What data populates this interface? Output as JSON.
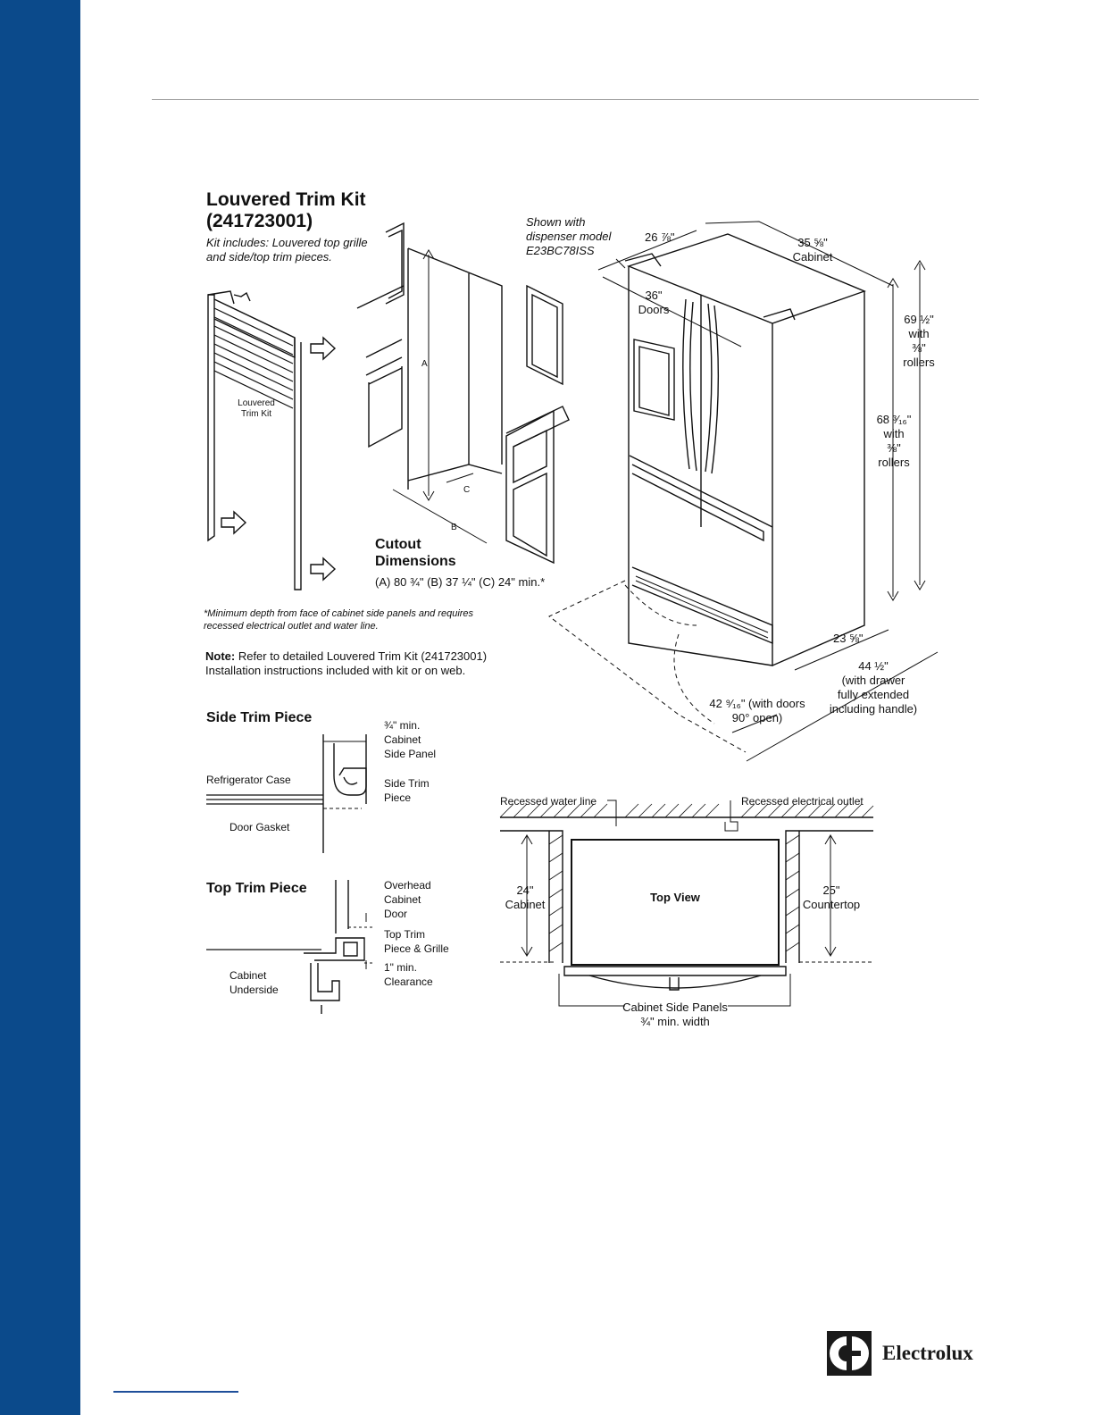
{
  "kit": {
    "title": "Louvered Trim Kit",
    "part_number": "(241723001)",
    "includes": "Kit includes: Louvered top grille and side/top trim pieces.",
    "panel_label_line1": "Louvered",
    "panel_label_line2": "Trim Kit"
  },
  "shown_with": "Shown with dispenser model E23BC78ISS",
  "cutout": {
    "title": "Cutout Dimensions",
    "dimensions": "(A) 80 ¾\"  (B) 37 ¼\" (C) 24\" min.*",
    "label_a": "A",
    "label_b": "B",
    "label_c": "C"
  },
  "min_depth_note": "*Minimum depth from face of cabinet side panels and requires recessed electrical outlet and water line.",
  "note": {
    "bold": "Note:",
    "line1": " Refer to detailed Louvered Trim Kit (241723001)",
    "line2": "Installation instructions included with kit or on web."
  },
  "fridge_dims": {
    "depth_top": "26 ⅞\"",
    "width_cabinet_1": "35 ⅝\"",
    "width_cabinet_2": "Cabinet",
    "doors_1": "36\"",
    "doors_2": "Doors",
    "height_69_1": "69 ½\"",
    "height_69_2": "with",
    "height_69_3": "⅜\"",
    "height_69_4": "rollers",
    "height_68_1": "68 ³⁄₁₆\"",
    "height_68_2": "with",
    "height_68_3": "⅜\"",
    "height_68_4": "rollers",
    "depth_23": "23 ⅝\"",
    "drawer_1": "44 ½\"",
    "drawer_2": "(with drawer",
    "drawer_3": "fully extended",
    "drawer_4": "including handle)",
    "doors_open_1": "42 ⁹⁄₁₆\" (with doors",
    "doors_open_2": "90° open)"
  },
  "side_trim": {
    "title": "Side Trim Piece",
    "min_1": "¾\" min.",
    "min_2": "Cabinet",
    "min_3": "Side Panel",
    "case": "Refrigerator Case",
    "piece_1": "Side Trim",
    "piece_2": "Piece",
    "gasket": "Door Gasket"
  },
  "top_trim": {
    "title": "Top Trim Piece",
    "overhead_1": "Overhead",
    "overhead_2": "Cabinet",
    "overhead_3": "Door",
    "grille_1": "Top Trim",
    "grille_2": "Piece & Grille",
    "clear_1": "1\" min.",
    "clear_2": "Clearance",
    "under_1": "Cabinet",
    "under_2": "Underside"
  },
  "top_view": {
    "water_line": "Recessed water line",
    "electrical": "Recessed electrical outlet",
    "title": "Top View",
    "cabinet_1": "24\"",
    "cabinet_2": "Cabinet",
    "counter_1": "25\"",
    "counter_2": "Countertop",
    "panels_1": "Cabinet Side Panels",
    "panels_2": "¾\" min. width"
  },
  "brand": "Electrolux",
  "colors": {
    "sidebar": "#0b4a8b",
    "rule": "#9a9a9a"
  },
  "icons": [
    "electrolux-logo-icon"
  ]
}
